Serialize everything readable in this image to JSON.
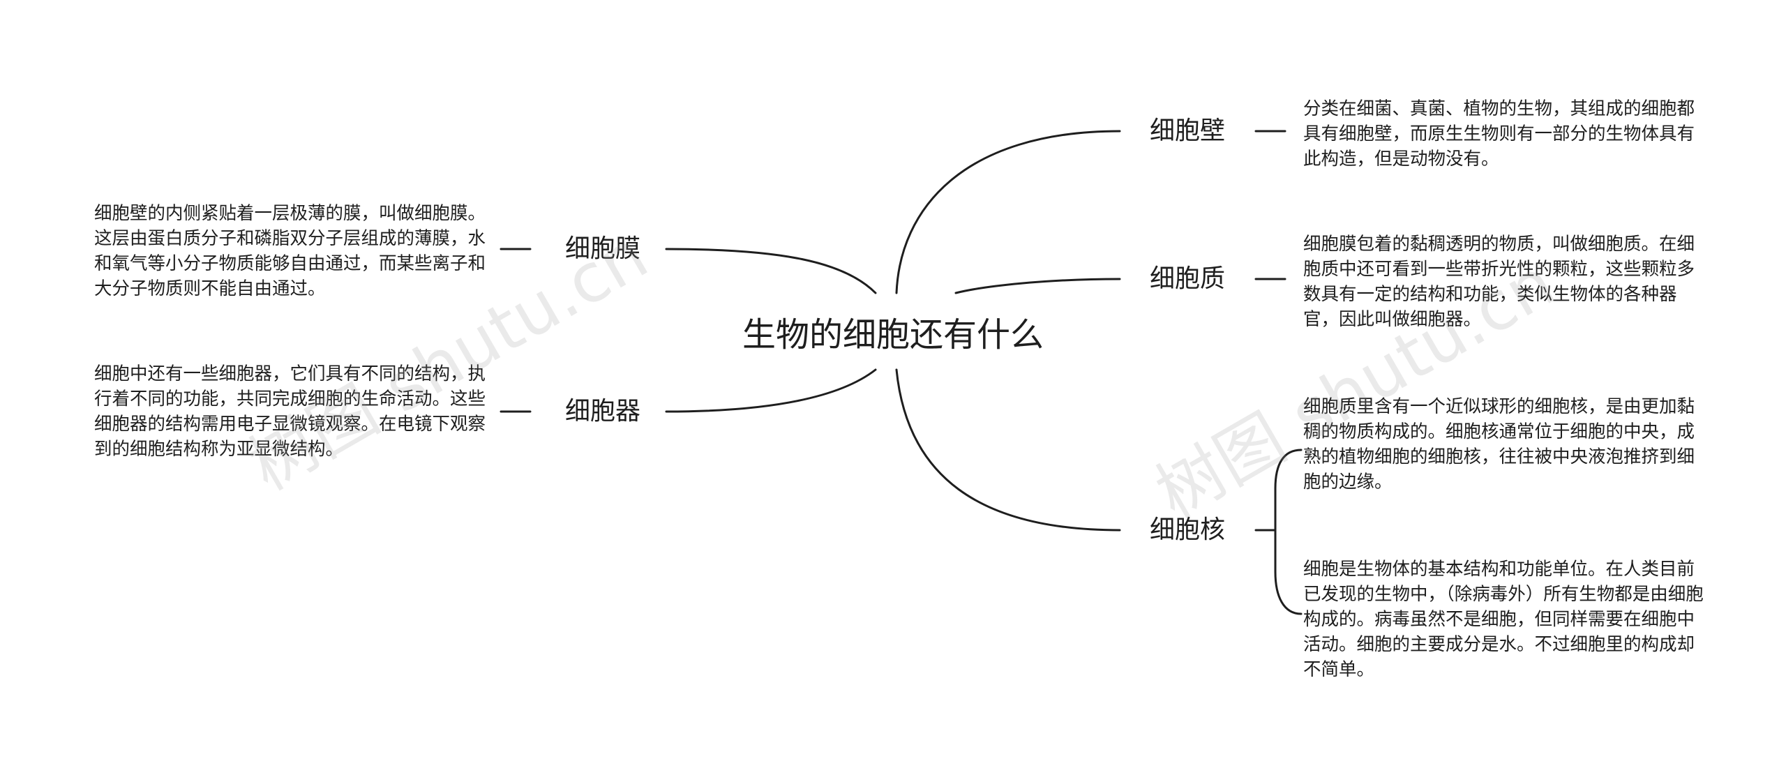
{
  "root": {
    "label": "生物的细胞还有什么"
  },
  "branches": [
    {
      "label": "细胞壁",
      "notes": [
        "分类在细菌、真菌、植物的生物，其组成的细胞都具有细胞壁，而原生生物则有一部分的生物体具有此构造，但是动物没有。"
      ]
    },
    {
      "label": "细胞质",
      "notes": [
        "细胞膜包着的黏稠透明的物质，叫做细胞质。在细胞质中还可看到一些带折光性的颗粒，这些颗粒多数具有一定的结构和功能，类似生物体的各种器官，因此叫做细胞器。"
      ]
    },
    {
      "label": "细胞核",
      "notes": [
        "细胞质里含有一个近似球形的细胞核，是由更加黏稠的物质构成的。细胞核通常位于细胞的中央，成熟的植物细胞的细胞核，往往被中央液泡推挤到细胞的边缘。",
        "细胞是生物体的基本结构和功能单位。在人类目前已发现的生物中，（除病毒外）所有生物都是由细胞构成的。病毒虽然不是细胞，但同样需要在细胞中活动。细胞的主要成分是水。不过细胞里的构成却不简单。"
      ]
    },
    {
      "label": "细胞膜",
      "notes": [
        "细胞壁的内侧紧贴着一层极薄的膜，叫做细胞膜。这层由蛋白质分子和磷脂双分子层组成的薄膜，水和氧气等小分子物质能够自由通过，而某些离子和大分子物质则不能自由通过。"
      ]
    },
    {
      "label": "细胞器",
      "notes": [
        "细胞中还有一些细胞器，它们具有不同的结构，执行着不同的功能，共同完成细胞的生命活动。这些细胞器的结构需用电子显微镜观察。在电镜下观察到的细胞结构称为亚显微结构。"
      ]
    }
  ],
  "watermarks": [
    "树图 shutu.cn",
    "树图 shutu.cn"
  ]
}
